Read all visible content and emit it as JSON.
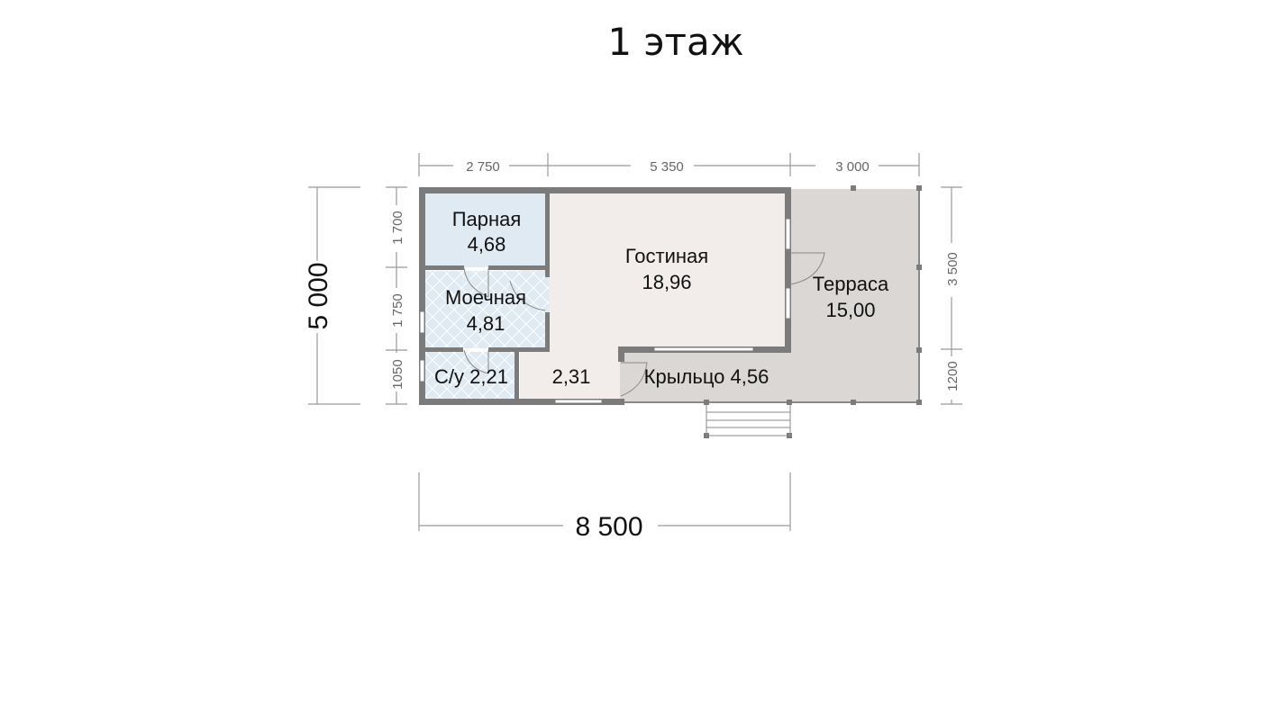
{
  "title": "1 этаж",
  "rooms": [
    {
      "name": "Парная",
      "area": "4,68"
    },
    {
      "name": "Моечная",
      "area": "4,81"
    },
    {
      "name": "Гостиная",
      "area": "18,96"
    },
    {
      "name": "Терраса",
      "area": "15,00"
    },
    {
      "label": "С/у 2,21"
    },
    {
      "label": "2,31"
    },
    {
      "label": "Крыльцо 4,56"
    }
  ],
  "dimensions": {
    "top": [
      "2 750",
      "5 350",
      "3 000"
    ],
    "left": [
      "1 700",
      "1 750",
      "1050"
    ],
    "right": [
      "3 500",
      "1200"
    ],
    "total_height": "5 000",
    "total_width": "8 500"
  },
  "colors": {
    "wall": "#7b7b7b",
    "wet": "#dfeaf3",
    "living": "#f2edeb",
    "terrace": "#dad7d4"
  }
}
